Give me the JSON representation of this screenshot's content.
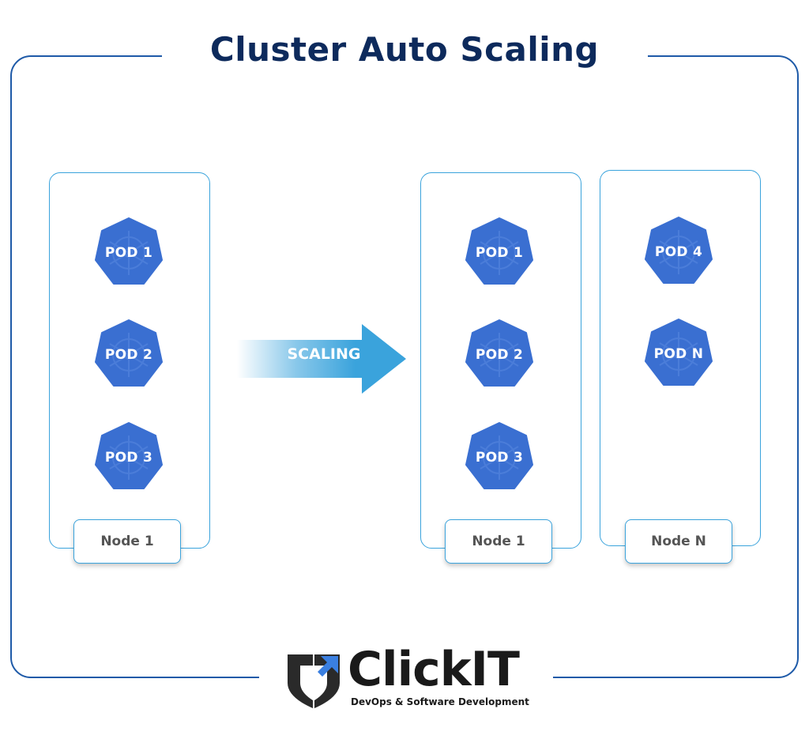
{
  "title": "Cluster Auto Scaling",
  "arrow_label": "SCALING",
  "before": {
    "node_label": "Node 1",
    "pods": [
      "POD 1",
      "POD 2",
      "POD 3"
    ]
  },
  "after": {
    "nodes": [
      {
        "node_label": "Node 1",
        "pods": [
          "POD 1",
          "POD 2",
          "POD 3"
        ]
      },
      {
        "node_label": "Node N",
        "pods": [
          "POD 4",
          "POD N"
        ]
      }
    ]
  },
  "logo": {
    "name": "ClickIT",
    "tagline": "DevOps & Software Development"
  },
  "colors": {
    "frame": "#1e5aa8",
    "title": "#0d2a5c",
    "node_border": "#3aa3dc",
    "pod_fill": "#3a6fd1",
    "arrow": "#3aa3dc"
  }
}
